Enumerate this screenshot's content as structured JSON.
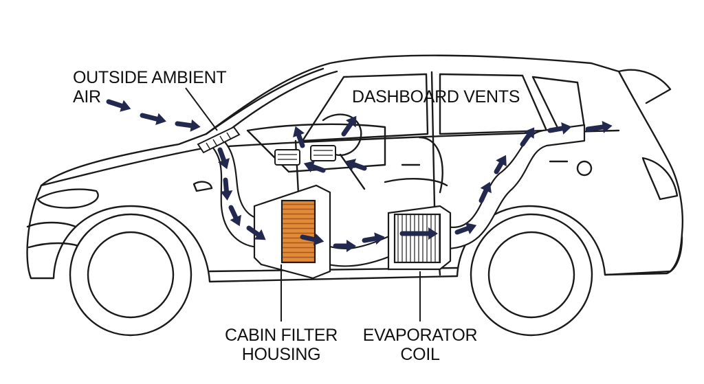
{
  "labels": {
    "outside_air_line1": "OUTSIDE AMBIENT",
    "outside_air_line2": "AIR",
    "dashboard_vents": "DASHBOARD VENTS",
    "cabin_filter_line1": "CABIN FILTER",
    "cabin_filter_line2": "HOUSING",
    "evaporator_line1": "EVAPORATOR",
    "evaporator_line2": "COIL"
  },
  "colors": {
    "outline": "#1a1a1a",
    "arrow": "#23284f",
    "filter": "#e08a3a",
    "filter_dark": "#a85a1c",
    "duct_fill": "#ffffff"
  },
  "icons": {
    "airflow": "arrow-icon",
    "filter": "pleated-filter-icon",
    "evaporator": "heat-exchanger-icon"
  }
}
